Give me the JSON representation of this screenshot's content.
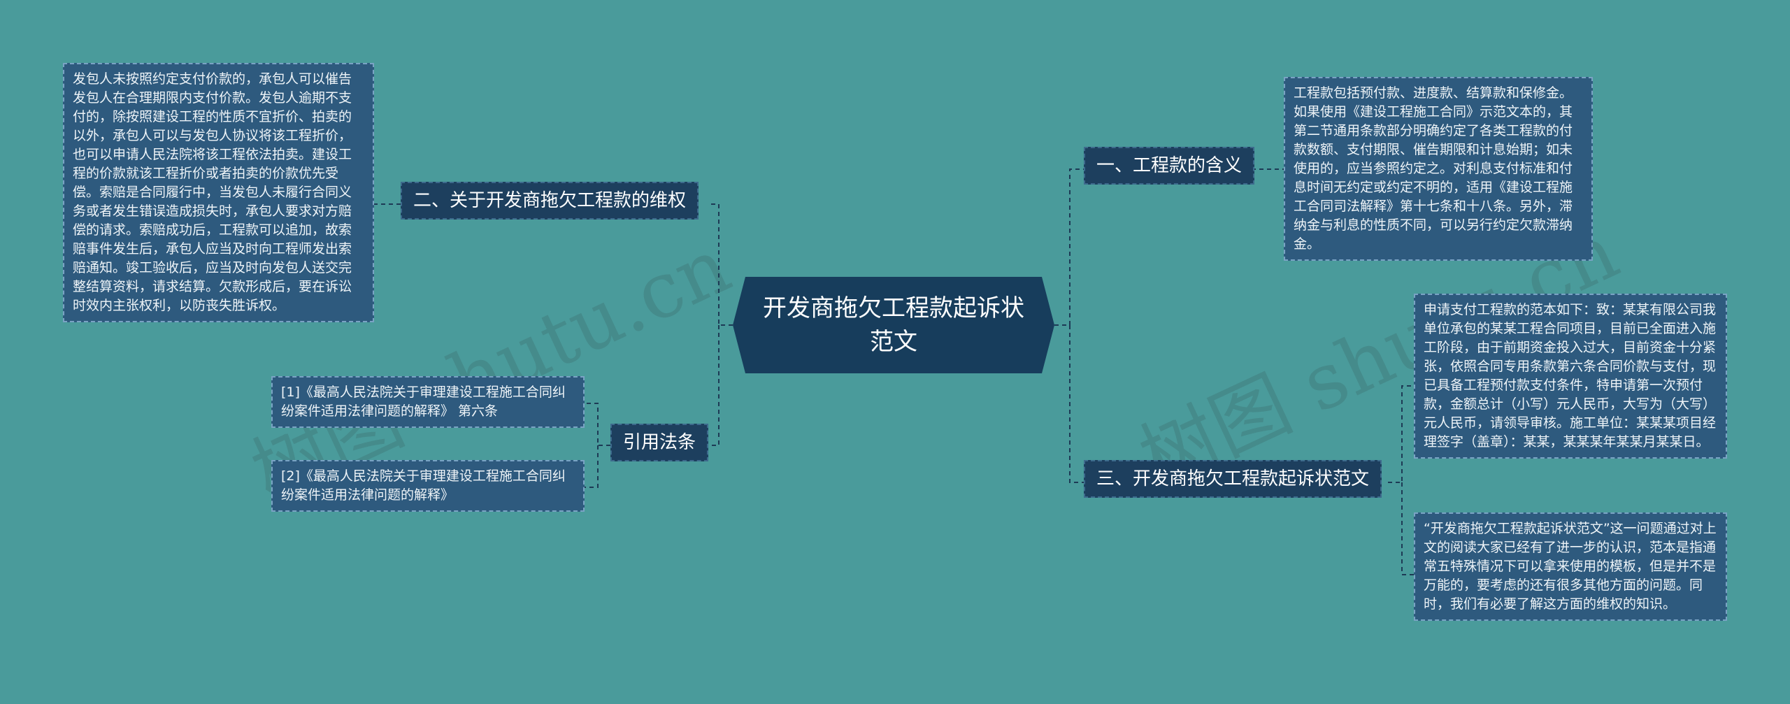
{
  "center": {
    "title": "开发商拖欠工程款起诉状范文"
  },
  "branches": {
    "b1": {
      "label": "一、工程款的含义"
    },
    "b2": {
      "label": "二、关于开发商拖欠工程款的维权"
    },
    "b3": {
      "label": "三、开发商拖欠工程款起诉状范文"
    },
    "b4": {
      "label": "引用法条"
    }
  },
  "leaves": {
    "l1": {
      "text": "工程款包括预付款、进度款、结算款和保修金。如果使用《建设工程施工合同》示范文本的，其第二节通用条款部分明确约定了各类工程款的付款数额、支付期限、催告期限和计息始期；如未使用的，应当参照约定之。对利息支付标准和付息时间无约定或约定不明的，适用《建设工程施工合同司法解释》第十七条和十八条。另外，滞纳金与利息的性质不同，可以另行约定欠款滞纳金。"
    },
    "l2": {
      "text": "发包人未按照约定支付价款的，承包人可以催告发包人在合理期限内支付价款。发包人逾期不支付的，除按照建设工程的性质不宜折价、拍卖的以外，承包人可以与发包人协议将该工程折价，也可以申请人民法院将该工程依法拍卖。建设工程的价款就该工程折价或者拍卖的价款优先受偿。索赔是合同履行中，当发包人未履行合同义务或者发生错误造成损失时，承包人要求对方赔偿的请求。索赔成功后，工程款可以追加，故索赔事件发生后，承包人应当及时向工程师发出索赔通知。竣工验收后，应当及时向发包人送交完整结算资料，请求结算。欠款形成后，要在诉讼时效内主张权利，以防丧失胜诉权。"
    },
    "l3": {
      "text": "申请支付工程款的范本如下：致：某某有限公司我单位承包的某某工程合同项目，目前已全面进入施工阶段，由于前期资金投入过大，目前资金十分紧张，依照合同专用条款第六条合同价款与支付，现已具备工程预付款支付条件，特申请第一次预付款，金额总计（小写）元人民币，大写为（大写）元人民币，请领导审核。施工单位：某某某项目经理签字（盖章）：某某，某某某年某某月某某日。"
    },
    "l4": {
      "text": "“开发商拖欠工程款起诉状范文”这一问题通过对上文的阅读大家已经有了进一步的认识，范本是指通常五特殊情况下可以拿来使用的模板，但是并不是万能的，要考虑的还有很多其他方面的问题。同时，我们有必要了解这方面的维权的知识。"
    },
    "l5": {
      "text": "[1]《最高人民法院关于审理建设工程施工合同纠纷案件适用法律问题的解释》 第六条"
    },
    "l6": {
      "text": "[2]《最高人民法院关于审理建设工程施工合同纠纷案件适用法律问题的解释》"
    }
  },
  "watermark": {
    "left": "树图 shutu.cn",
    "right": "树图 shutu.cn"
  },
  "colors": {
    "background": "#4a9b9b",
    "center": "#173d5c",
    "branch": "#1d3f5e",
    "leaf": "#2e5a7e",
    "line": "#1d3a55"
  }
}
